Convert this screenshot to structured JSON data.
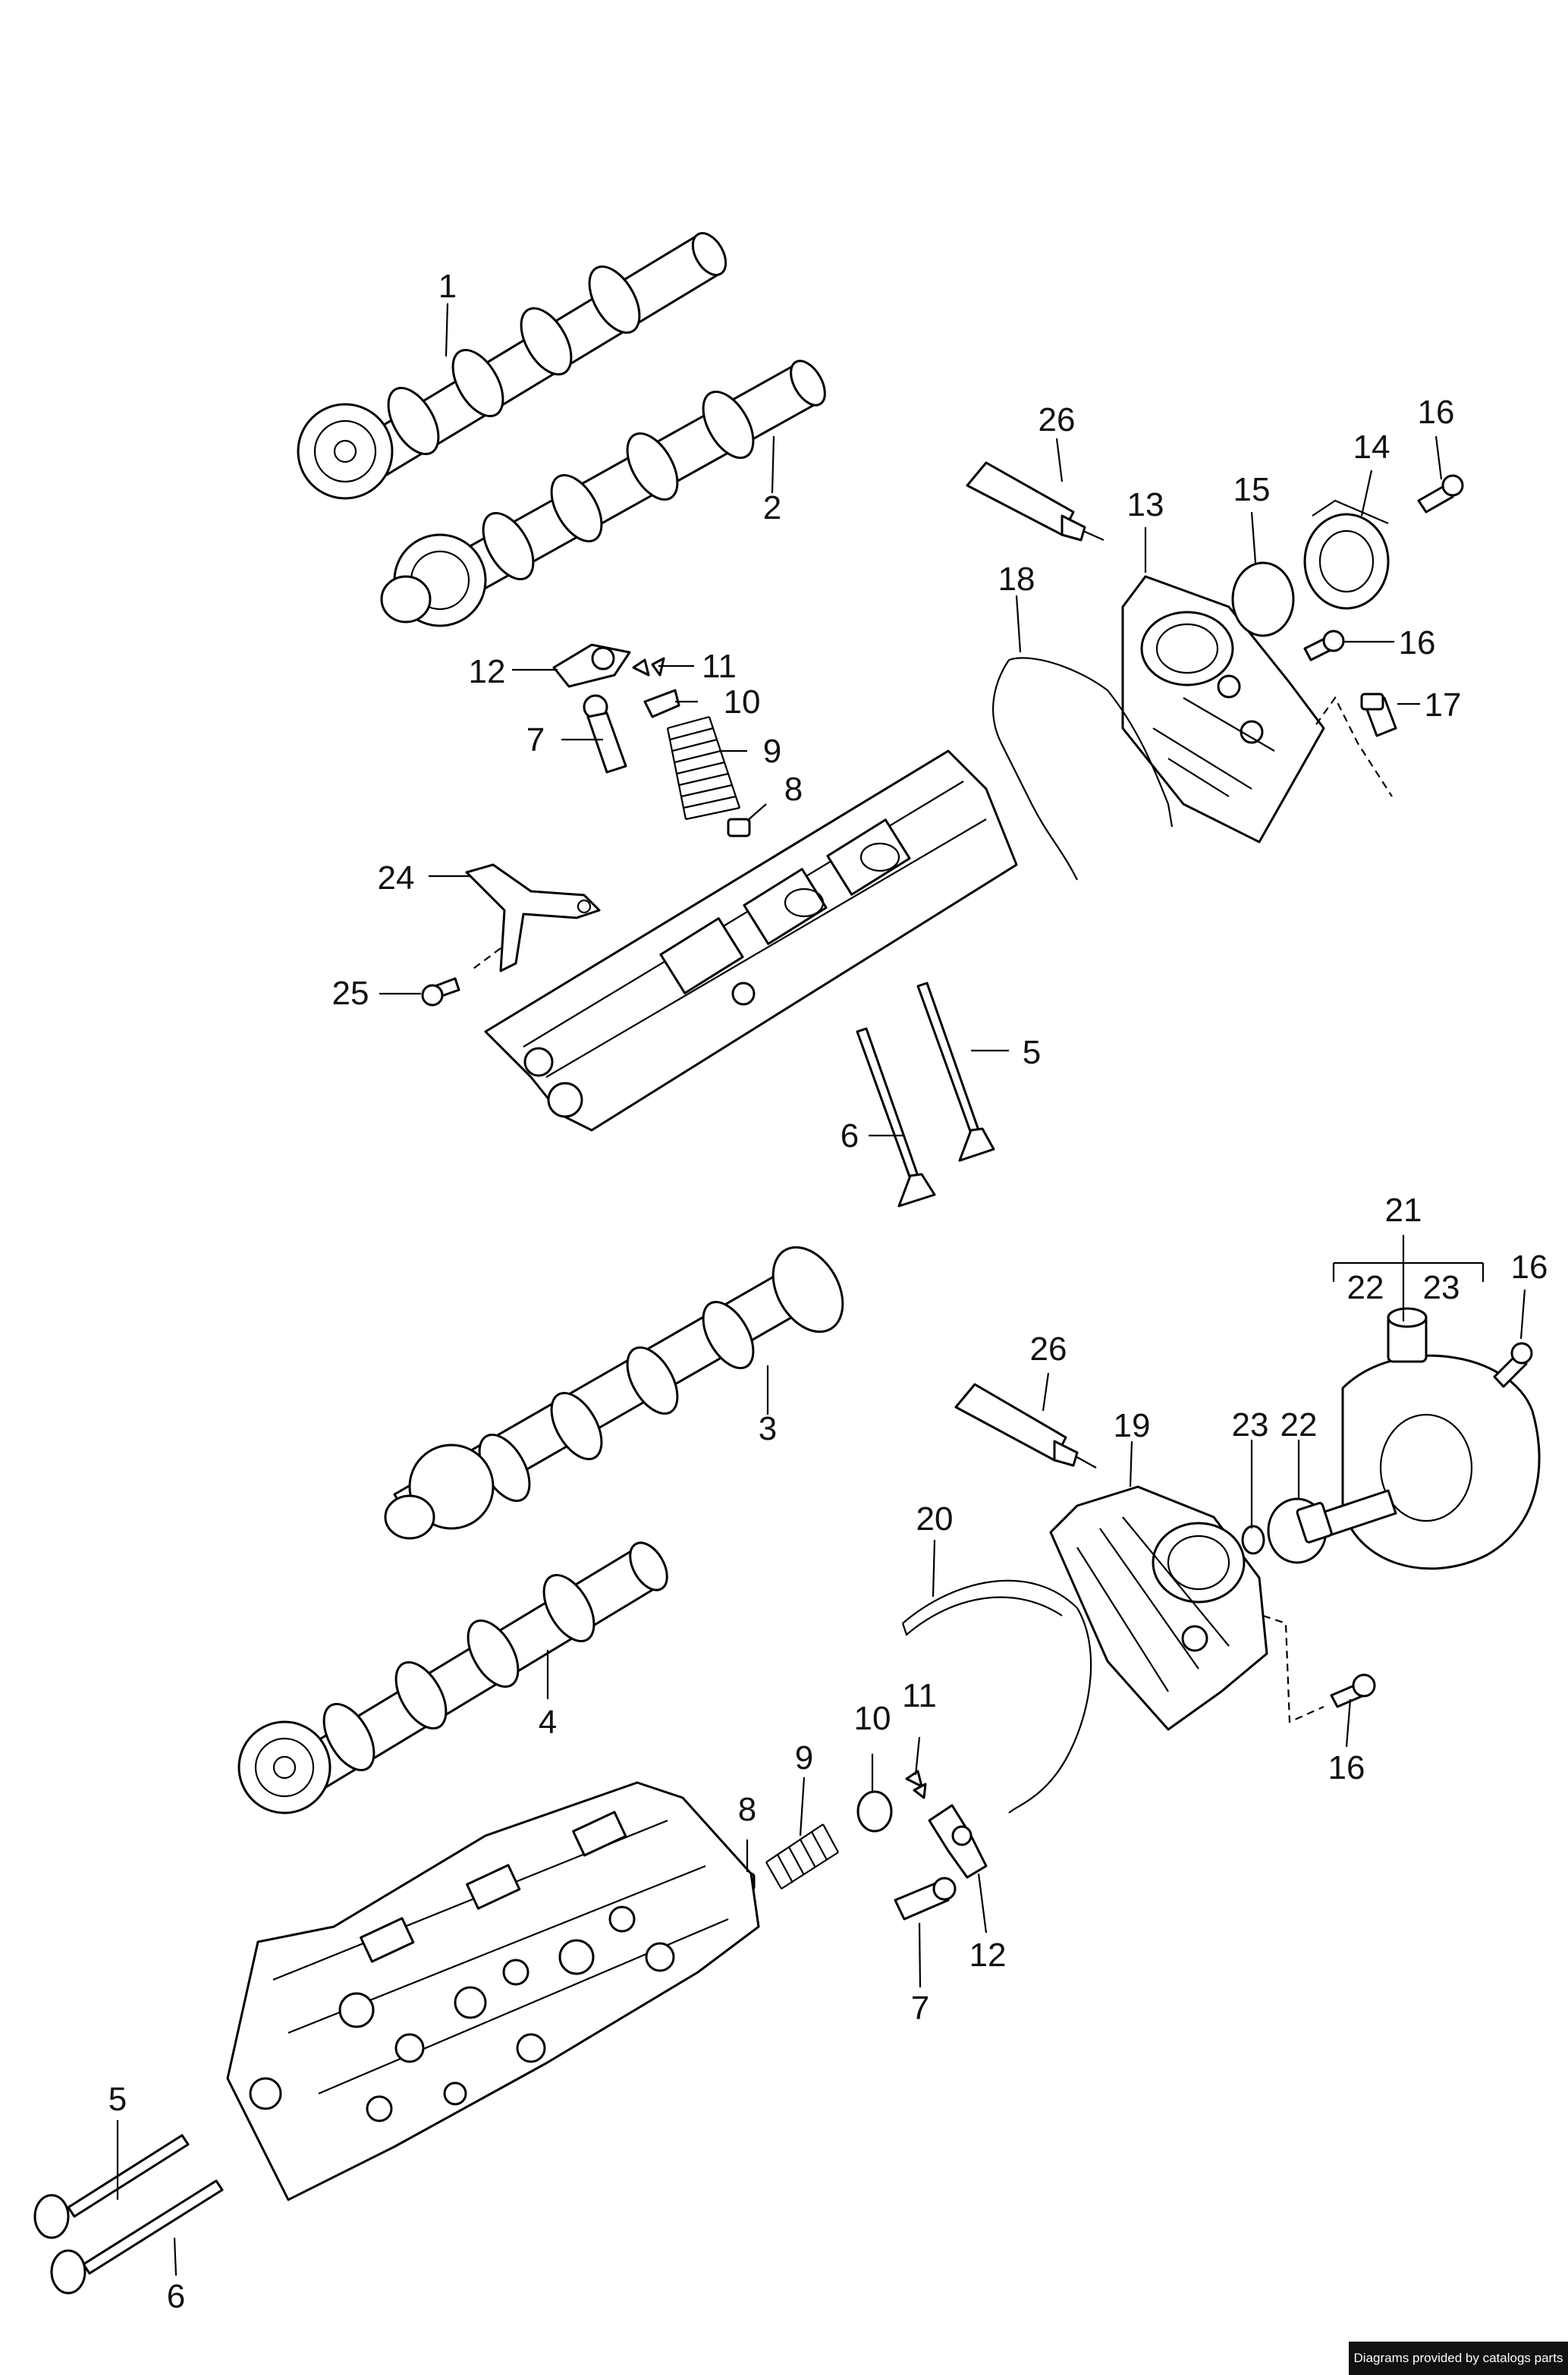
{
  "credit": "Diagrams provided by catalogs parts",
  "callouts": {
    "c1": "1",
    "c2": "2",
    "c26a": "26",
    "c16a": "16",
    "c14": "14",
    "c15": "15",
    "c13": "13",
    "c18": "18",
    "c16b": "16",
    "c17": "17",
    "c12a": "12",
    "c11a": "11",
    "c10a": "10",
    "c7a": "7",
    "c9a": "9",
    "c8a": "8",
    "c24": "24",
    "c25": "25",
    "c5a": "5",
    "c6a": "6",
    "c21": "21",
    "c22a": "22",
    "c23a": "23",
    "c16c": "16",
    "c3": "3",
    "c26b": "26",
    "c19": "19",
    "c23b": "23",
    "c22b": "22",
    "c20": "20",
    "c4": "4",
    "c16d": "16",
    "c10b": "10",
    "c11b": "11",
    "c9b": "9",
    "c8b": "8",
    "c12b": "12",
    "c7b": "7",
    "c5b": "5",
    "c6b": "6"
  },
  "colors": {
    "line": "#000000",
    "background": "#ffffff",
    "credit_bg": "#111111",
    "credit_text": "#ffffff"
  }
}
